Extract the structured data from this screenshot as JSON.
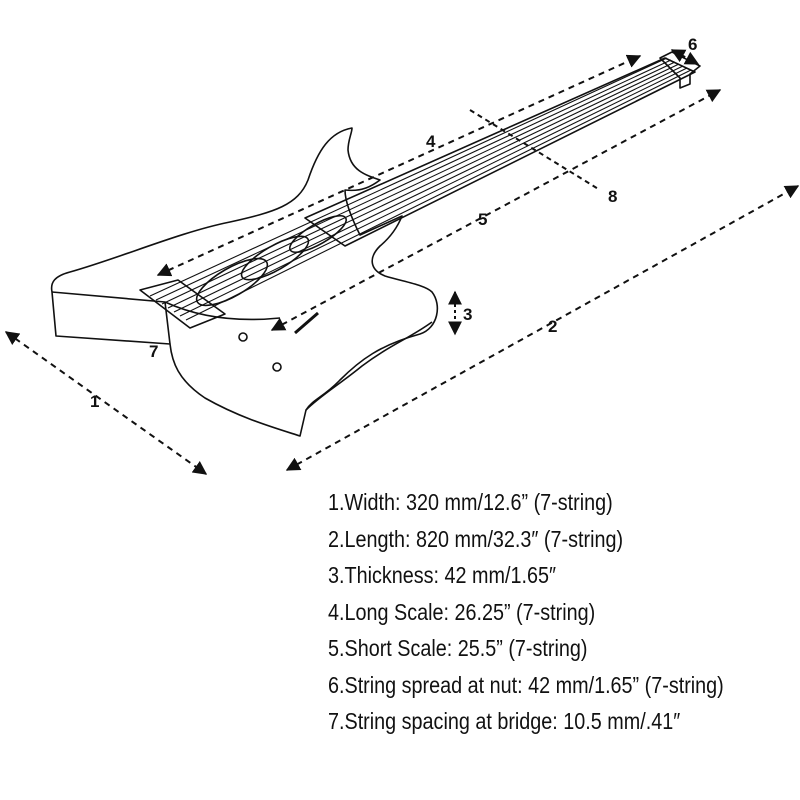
{
  "diagram": {
    "callouts": [
      "1",
      "2",
      "3",
      "4",
      "5",
      "6",
      "7",
      "8"
    ],
    "line_color": "#111111"
  },
  "specs": [
    "1.Width: 320 mm/12.6” (7-string)",
    "2.Length: 820 mm/32.3″ (7-string)",
    "3.Thickness: 42 mm/1.65″",
    "4.Long Scale: 26.25” (7-string)",
    "5.Short Scale: 25.5” (7-string)",
    "6.String spread at nut:  42 mm/1.65” (7-string)",
    "7.String spacing at bridge: 10.5 mm/.41″"
  ]
}
